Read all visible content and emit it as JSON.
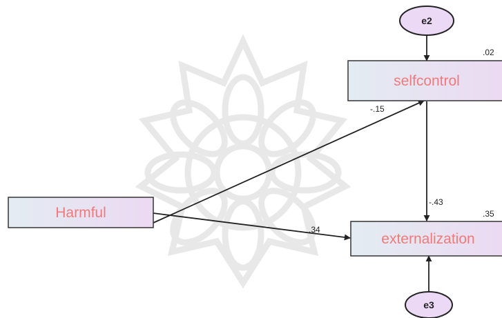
{
  "diagram": {
    "nodes": {
      "harmful": {
        "label": "Harmful"
      },
      "selfcontrol": {
        "label": "selfcontrol",
        "r2": ".02"
      },
      "externalization": {
        "label": "externalization",
        "r2": ".35"
      },
      "e2": {
        "label": "e2"
      },
      "e3": {
        "label": "e3"
      }
    },
    "edges": [
      {
        "from": "harmful",
        "to": "selfcontrol",
        "coef": "-.15"
      },
      {
        "from": "harmful",
        "to": "externalization",
        "coef": ".34"
      },
      {
        "from": "selfcontrol",
        "to": "externalization",
        "coef": "-.43"
      },
      {
        "from": "e2",
        "to": "selfcontrol",
        "coef": ""
      },
      {
        "from": "e3",
        "to": "externalization",
        "coef": ""
      }
    ]
  },
  "colors": {
    "box_gradient_start": "#e3ecf2",
    "box_gradient_end": "#ecd9f2",
    "label_text": "#f07a7a",
    "error_fill": "#ecd9f5"
  }
}
